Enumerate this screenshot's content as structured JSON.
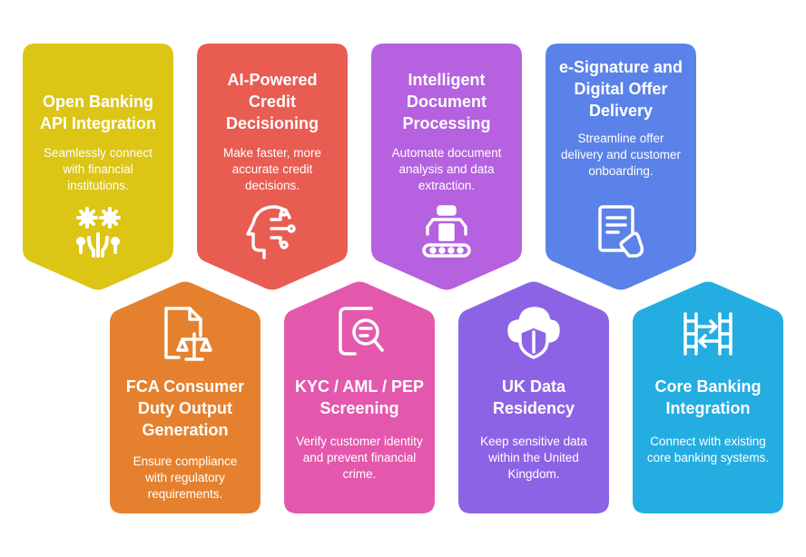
{
  "colors": {
    "open_banking": "#dcc515",
    "ai_credit": "#e85c52",
    "document_processing": "#b561e0",
    "esignature": "#5b82e8",
    "fca": "#e5812e",
    "kyc": "#e358ad",
    "uk_data": "#8d63e5",
    "core_banking": "#24ade0"
  },
  "cards": [
    {
      "id": "open_banking",
      "title": "Open Banking API Integration",
      "description": "Seamlessly connect with financial institutions.",
      "icon": "gears-network-icon"
    },
    {
      "id": "ai_credit",
      "title": "AI-Powered Credit Decisioning",
      "description": "Make faster, more accurate credit decisions.",
      "icon": "ai-head-icon"
    },
    {
      "id": "document_processing",
      "title": "Intelligent Document Processing",
      "description": "Automate document analysis and data extraction.",
      "icon": "robot-arm-conveyor-icon"
    },
    {
      "id": "esignature",
      "title": "e-Signature and Digital Offer Delivery",
      "description": "Streamline offer delivery and customer onboarding.",
      "icon": "document-signing-icon"
    },
    {
      "id": "fca",
      "title": "FCA Consumer Duty Output Generation",
      "description": "Ensure compliance with regulatory requirements.",
      "icon": "document-scales-icon"
    },
    {
      "id": "kyc",
      "title": "KYC / AML / PEP Screening",
      "description": "Verify customer identity and prevent financial crime.",
      "icon": "document-magnifier-icon"
    },
    {
      "id": "uk_data",
      "title": "UK Data Residency",
      "description": "Keep sensitive data within the United Kingdom.",
      "icon": "cloud-shield-icon"
    },
    {
      "id": "core_banking",
      "title": "Core Banking Integration",
      "description": "Connect with existing core banking systems.",
      "icon": "integration-arrows-icon"
    }
  ]
}
